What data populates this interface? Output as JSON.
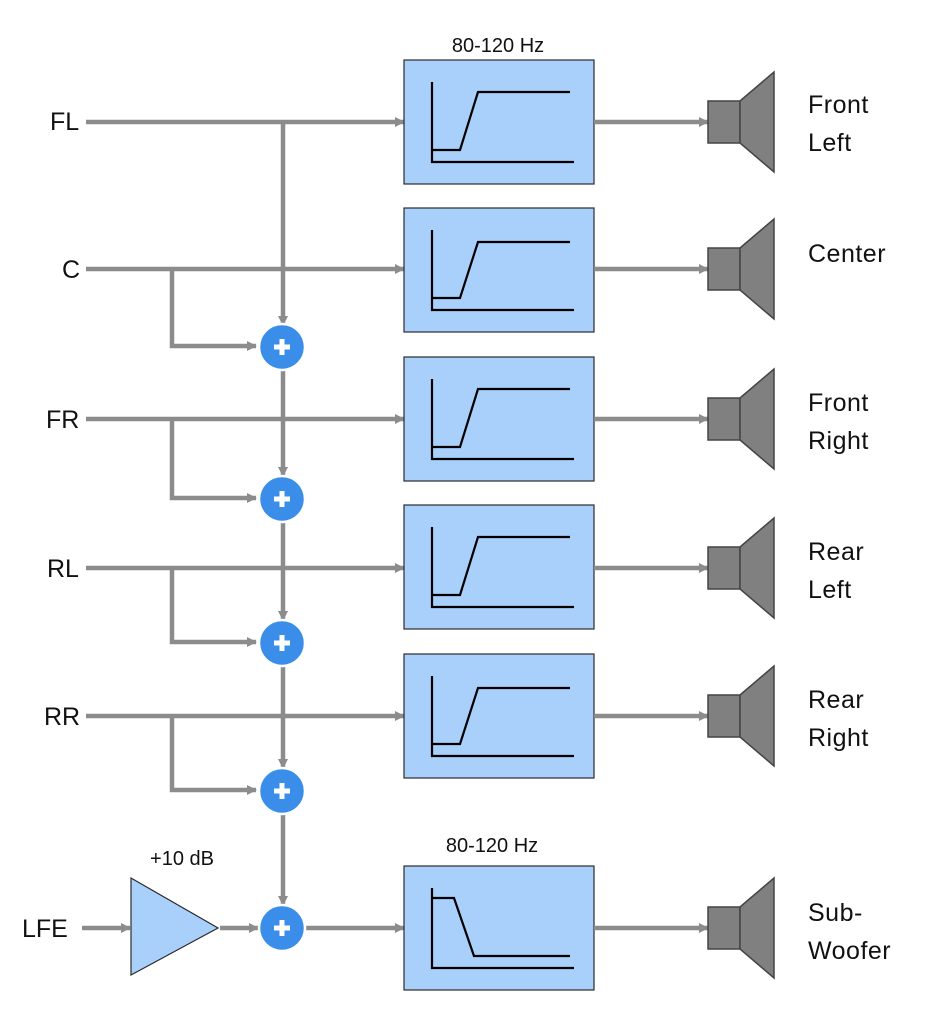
{
  "inputs": {
    "fl": "FL",
    "c": "C",
    "fr": "FR",
    "rl": "RL",
    "rr": "RR",
    "lfe": "LFE"
  },
  "filters": {
    "top_label": "80-120 Hz",
    "sub_label": "80-120 Hz"
  },
  "amplifier": {
    "gain_label": "+10 dB"
  },
  "outputs": {
    "front_left": [
      "Front",
      "Left"
    ],
    "center": [
      "Center"
    ],
    "front_right": [
      "Front",
      "Right"
    ],
    "rear_left": [
      "Rear",
      "Left"
    ],
    "rear_right": [
      "Rear",
      "Right"
    ],
    "subwoofer": [
      "Sub-",
      "Woofer"
    ]
  },
  "icons": {
    "summing_node": "plus-circle-icon",
    "speaker": "loudspeaker-icon",
    "amplifier": "triangle-amplifier-icon",
    "highpass": "highpass-curve-icon",
    "lowpass": "lowpass-curve-icon"
  },
  "colors": {
    "wire": "#8c8c8c",
    "filter_fill": "#a9d0fb",
    "summing_node": "#3a8eea",
    "speaker": "#808080"
  }
}
